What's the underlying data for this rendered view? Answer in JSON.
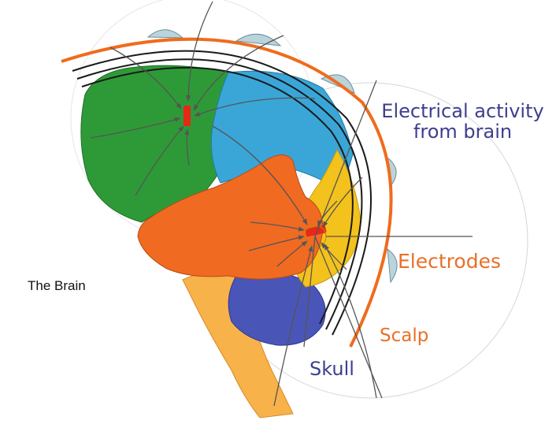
{
  "labels": {
    "electrical_activity_line1": "Electrical activity",
    "electrical_activity_line2": "from brain",
    "electrodes": "Electrodes",
    "scalp": "Scalp",
    "skull": "Skull",
    "the_brain": "The Brain"
  },
  "colors": {
    "scalp_line": "#ef6c1d",
    "skull_lines": "#1a1a1a",
    "electrode": "#b9d4dc",
    "frontal_lobe": "#2e9a37",
    "parietal_lobe": "#3aa6d8",
    "temporal_lobe": "#f06a22",
    "occipital_lobe": "#f4c21d",
    "cerebellum": "#4a55b8",
    "brainstem": "#f7b24a",
    "activity_source": "#e62818",
    "label_blue": "#3e3e8e",
    "label_orange": "#e8702a"
  }
}
